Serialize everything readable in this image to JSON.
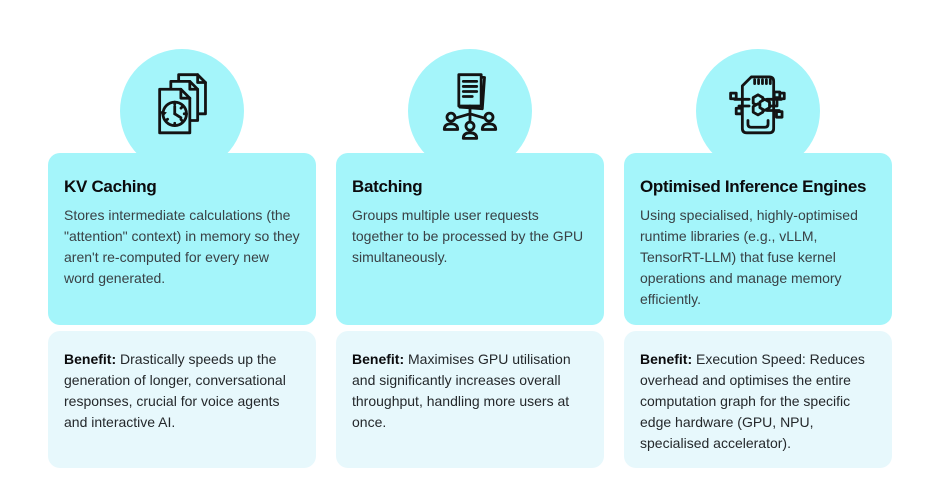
{
  "colors": {
    "accent_cyan": "#A4F5FA",
    "benefit_background": "#E7F8FC",
    "title_text": "#0B0B0D",
    "body_text": "#3A4145",
    "icon_stroke": "#131313",
    "page_background": "#FFFFFF"
  },
  "cards": [
    {
      "icon": "documents-clock-icon",
      "title": "KV Caching",
      "description": "Stores intermediate calculations (the \"attention\" context) in memory so they aren't re-computed for every new word generated.",
      "benefit_label": "Benefit:",
      "benefit_text": " Drastically speeds up the generation of longer, conversational responses, crucial for voice agents and interactive AI."
    },
    {
      "icon": "document-users-icon",
      "title": "Batching",
      "description": "Groups multiple user requests together to be processed by the GPU simultaneously.",
      "benefit_label": "Benefit:",
      "benefit_text": " Maximises GPU utilisation and significantly increases overall throughput, handling more users at once."
    },
    {
      "icon": "chip-circuit-icon",
      "title": "Optimised Inference Engines",
      "description": "Using specialised, highly-optimised runtime libraries (e.g., vLLM, TensorRT-LLM) that fuse kernel operations and manage memory efficiently.",
      "benefit_label": "Benefit:",
      "benefit_text": " Execution Speed: Reduces overhead and optimises the entire computation graph for the specific edge hardware (GPU, NPU, specialised accelerator)."
    }
  ]
}
